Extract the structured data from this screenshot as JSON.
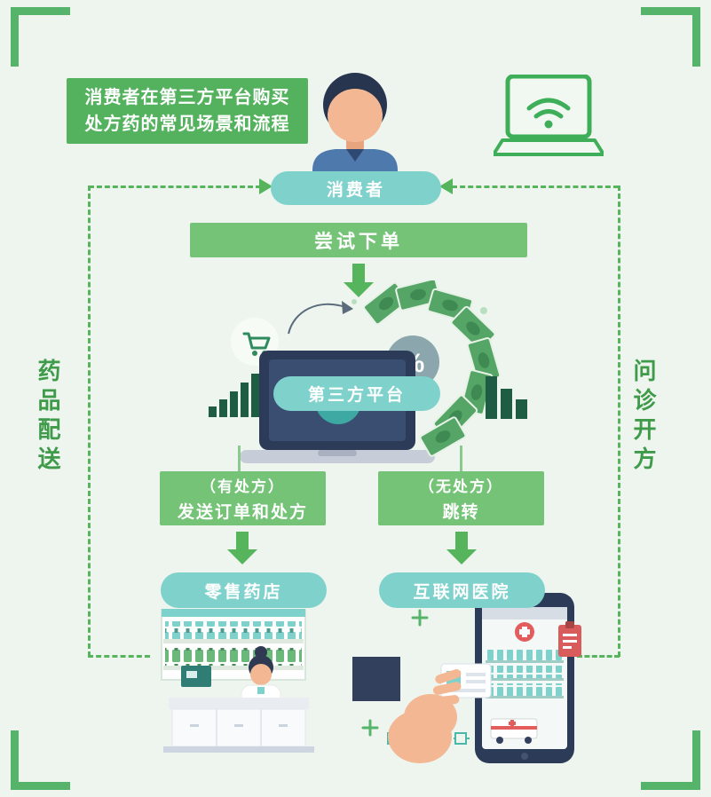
{
  "title": {
    "line1": "消费者在第三方平台购买",
    "line2": "处方药的常见场景和流程"
  },
  "flow": {
    "consumer": "消费者",
    "try_order": "尝试下单",
    "platform": "第三方平台",
    "with_rx": {
      "condition": "（有处方）",
      "action": "发送订单和处方",
      "target": "零售药店"
    },
    "without_rx": {
      "condition": "（无处方）",
      "action": "跳转",
      "target": "互联网医院"
    }
  },
  "side_labels": {
    "left": "药品配送",
    "right": "问诊开方"
  },
  "decor": {
    "percent": "%"
  },
  "colors": {
    "background": "#edf5ee",
    "green_box": "#74c377",
    "green_line": "#56b45c",
    "green_text": "#3f9b4a",
    "teal_pill": "#7fd2cc",
    "navy": "#2c3b57",
    "skin": "#f3b893",
    "money_green": "#55a566",
    "red": "#e45d5d"
  }
}
